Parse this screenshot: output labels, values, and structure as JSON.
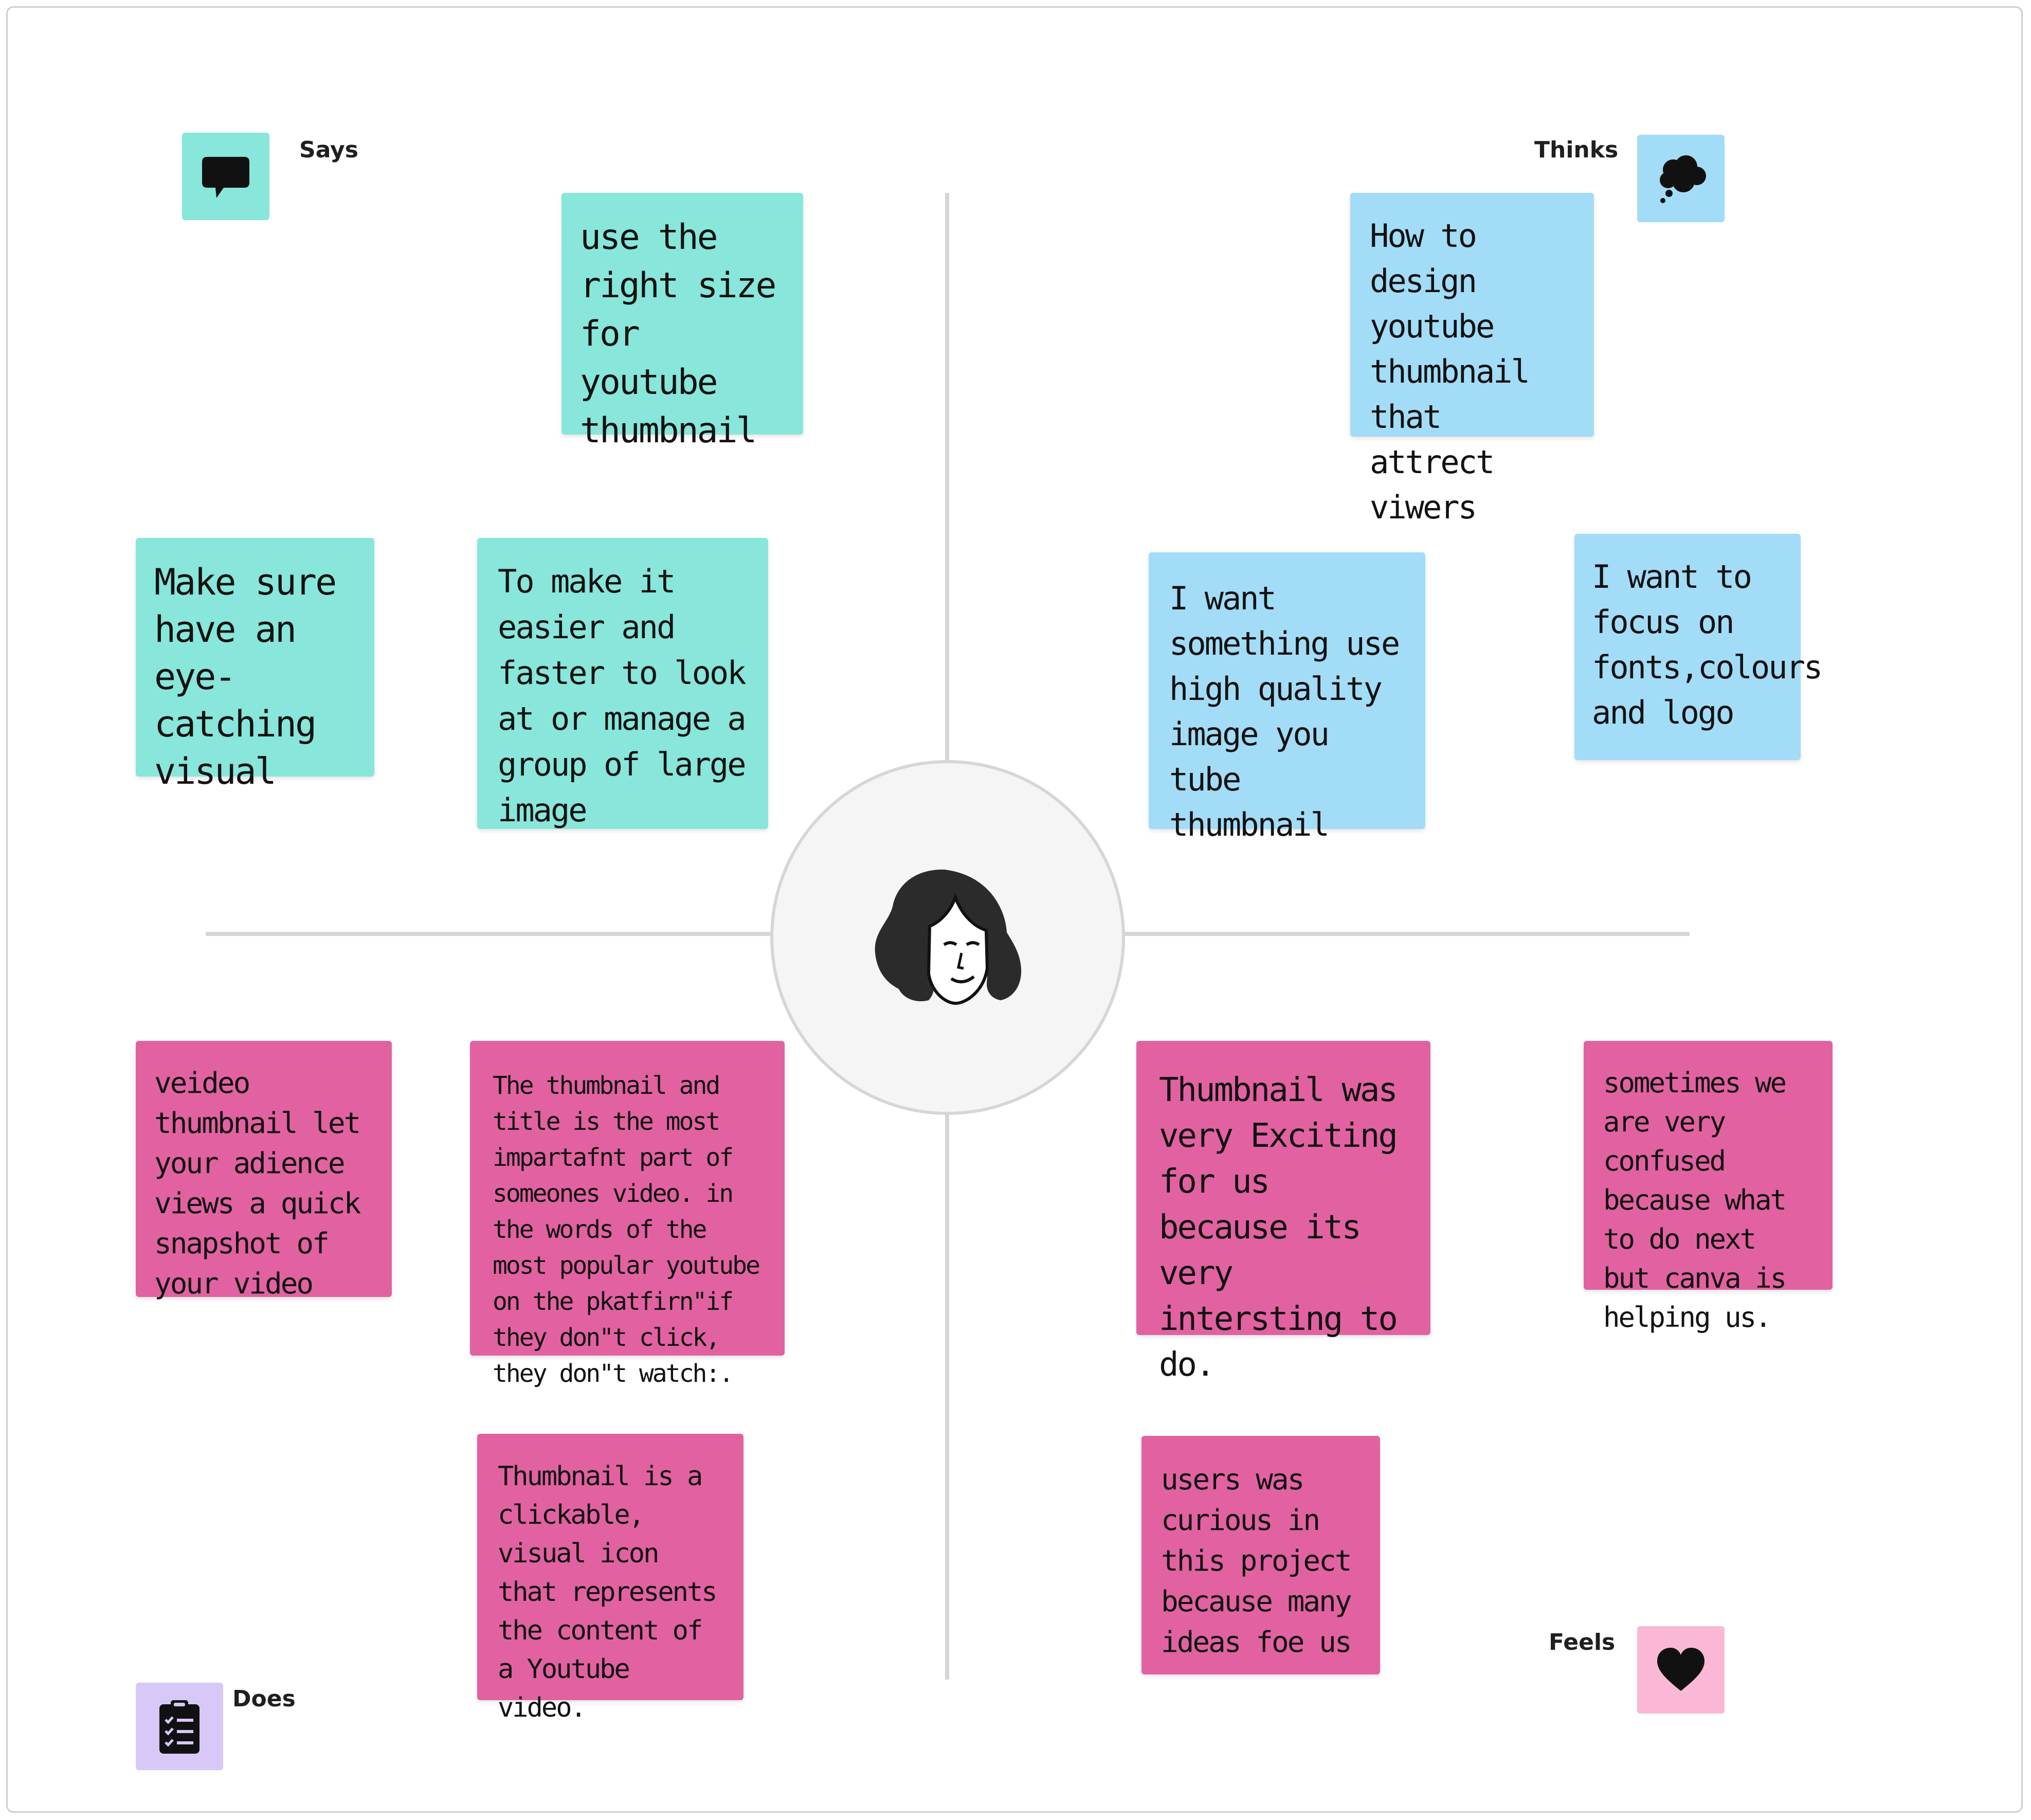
{
  "quadrants": {
    "says": {
      "label": "Says",
      "icon": "speech-bubble-icon",
      "icon_bg": "#88e6da"
    },
    "thinks": {
      "label": "Thinks",
      "icon": "thought-cloud-icon",
      "icon_bg": "#a2dcf7"
    },
    "does": {
      "label": "Does",
      "icon": "clipboard-checklist-icon",
      "icon_bg": "#d8c8f8"
    },
    "feels": {
      "label": "Feels",
      "icon": "heart-icon",
      "icon_bg": "#fbb8d6"
    }
  },
  "persona": {
    "icon": "woman-face-icon"
  },
  "colors": {
    "says_note": "#88e6da",
    "thinks_note": "#a2dcf7",
    "feels_does_note": "#e262a1",
    "axis": "#d6d6d6"
  },
  "notes": {
    "says": [
      "use the right size for youtube thumbnail",
      "Make sure have an eye-catching visual",
      "To make it easier and faster to look at or manage a group of large image"
    ],
    "thinks": [
      "How to design youtube thumbnail that attrect viwers",
      "I want something use high quality image you tube thumbnail",
      "I want to focus on fonts,colours and logo"
    ],
    "does": [
      "veideo thumbnail let your adience views a quick snapshot of your video",
      "The thumbnail and title is the most impartafnt part of someones video. in the words of the most popular youtube on the pkatfirn\"if they don\"t click, they don\"t watch:.",
      "Thumbnail is a clickable, visual icon that represents the content of a Youtube video."
    ],
    "feels": [
      "Thumbnail was very Exciting for us because its very intersting to do.",
      "sometimes we are very confused because what to do next but canva is helping us.",
      "users was curious in this project because many ideas foe us"
    ]
  }
}
